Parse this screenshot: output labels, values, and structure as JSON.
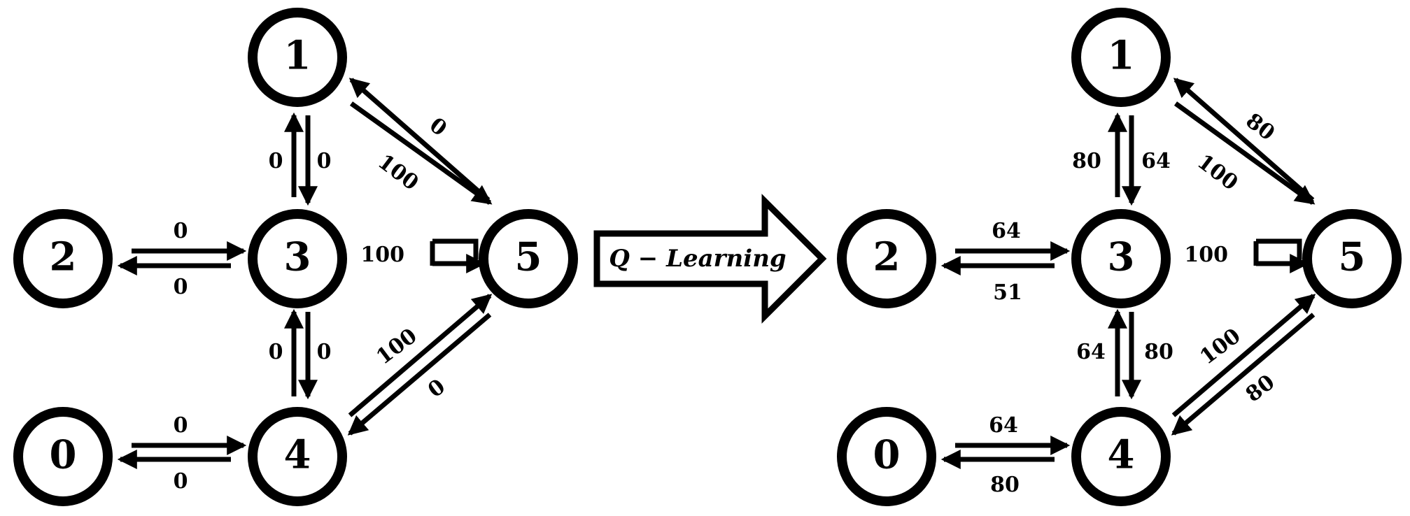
{
  "colors": {
    "stroke": "#000000",
    "background": "#ffffff"
  },
  "transition_label": "Q − Learning",
  "graphs": [
    {
      "id": "before",
      "nodes": [
        "0",
        "1",
        "2",
        "3",
        "4",
        "5"
      ],
      "edges": [
        {
          "from": "1",
          "to": "5",
          "value": "100"
        },
        {
          "from": "5",
          "to": "1",
          "value": "0"
        },
        {
          "from": "3",
          "to": "1",
          "value": "0"
        },
        {
          "from": "1",
          "to": "3",
          "value": "0"
        },
        {
          "from": "2",
          "to": "3",
          "value": "0"
        },
        {
          "from": "3",
          "to": "2",
          "value": "0"
        },
        {
          "from": "4",
          "to": "3",
          "value": "0"
        },
        {
          "from": "3",
          "to": "4",
          "value": "0"
        },
        {
          "from": "0",
          "to": "4",
          "value": "0"
        },
        {
          "from": "4",
          "to": "0",
          "value": "0"
        },
        {
          "from": "4",
          "to": "5",
          "value": "100"
        },
        {
          "from": "5",
          "to": "4",
          "value": "0"
        },
        {
          "from": "5",
          "to": "5",
          "value": "100"
        }
      ]
    },
    {
      "id": "after",
      "nodes": [
        "0",
        "1",
        "2",
        "3",
        "4",
        "5"
      ],
      "edges": [
        {
          "from": "1",
          "to": "5",
          "value": "100"
        },
        {
          "from": "5",
          "to": "1",
          "value": "80"
        },
        {
          "from": "3",
          "to": "1",
          "value": "80"
        },
        {
          "from": "1",
          "to": "3",
          "value": "64"
        },
        {
          "from": "2",
          "to": "3",
          "value": "64"
        },
        {
          "from": "3",
          "to": "2",
          "value": "51"
        },
        {
          "from": "4",
          "to": "3",
          "value": "64"
        },
        {
          "from": "3",
          "to": "4",
          "value": "80"
        },
        {
          "from": "0",
          "to": "4",
          "value": "64"
        },
        {
          "from": "4",
          "to": "0",
          "value": "80"
        },
        {
          "from": "4",
          "to": "5",
          "value": "100"
        },
        {
          "from": "5",
          "to": "4",
          "value": "80"
        },
        {
          "from": "5",
          "to": "5",
          "value": "100"
        }
      ]
    }
  ]
}
